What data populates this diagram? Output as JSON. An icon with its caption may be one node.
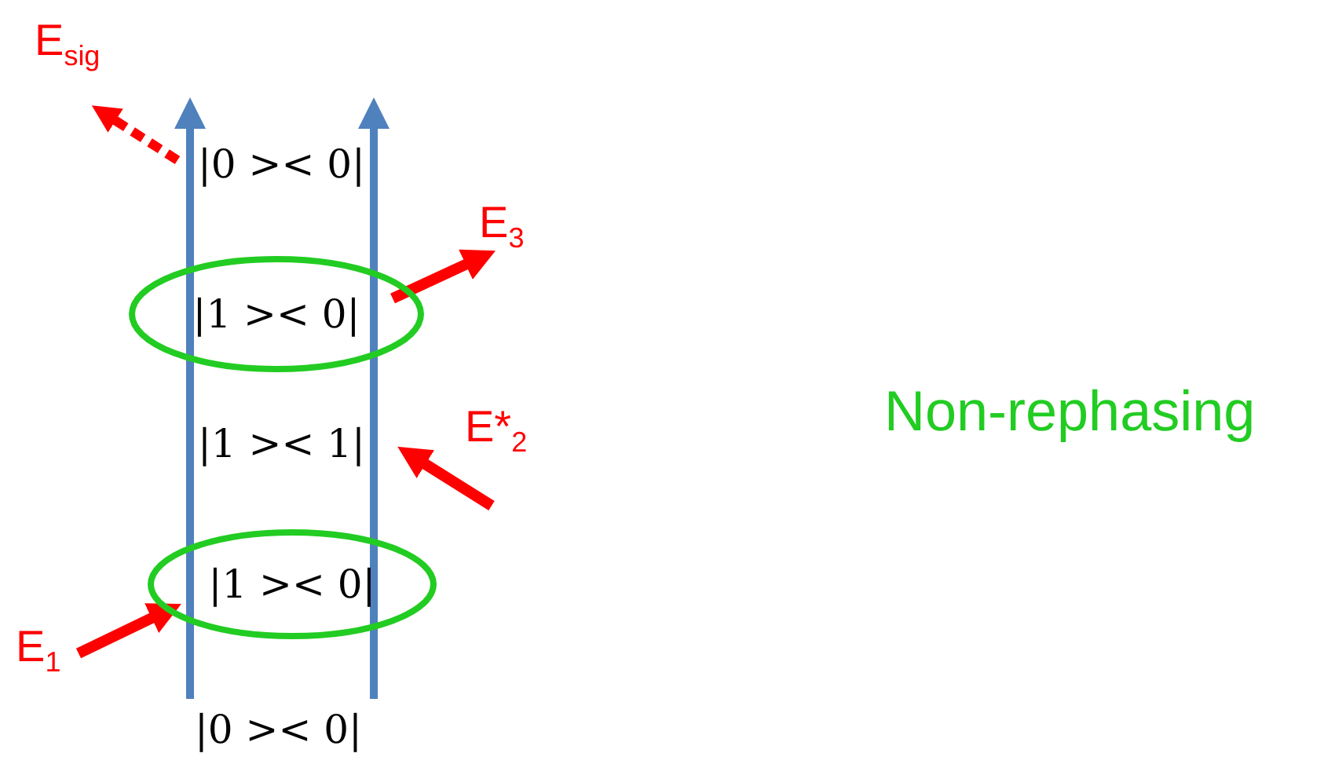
{
  "diagram": {
    "nodes": [
      {
        "text": [
          "|1 >< 0|"
        ]
      },
      {
        "text": [
          "|1 >< 0|"
        ]
      }
    ],
    "labels": [
      "E$_{sig}$",
      "|0 >< 0|",
      "E$_{3}$",
      "|1 >< 1|",
      "E*$_{2}$",
      "Non-rephasing",
      "E$_{1}$",
      "|0 >< 0|"
    ]
  }
}
